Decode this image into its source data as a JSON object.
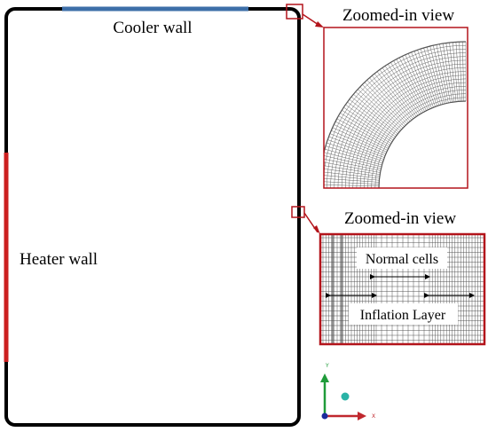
{
  "labels": {
    "cooler_wall": "Cooler wall",
    "heater_wall": "Heater wall",
    "zoom_top_title": "Zoomed-in view",
    "zoom_bottom_title": "Zoomed-in view",
    "normal_cells": "Normal cells",
    "inflation_layer": "Inflation Layer"
  },
  "axis_triad": {
    "x": "X",
    "y": "Y"
  },
  "colors": {
    "enclosure": "#000000",
    "cooler_wall": "#3d6fa8",
    "heater_wall": "#cc1f1f",
    "callout": "#b3141b",
    "mesh": "#555555",
    "axis_x": "#c0272d",
    "axis_y": "#1f9b3a",
    "axis_z": "#1a2a9c",
    "axis_sphere": "#2ab3a6"
  }
}
